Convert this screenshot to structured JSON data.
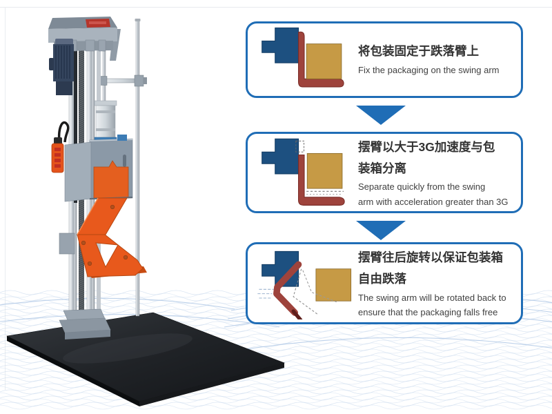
{
  "steps": [
    {
      "zh1": "将包装固定于跌落臂上",
      "zh2": "",
      "en1": "Fix the packaging on the swing arm",
      "en2": ""
    },
    {
      "zh1": "摆臂以大于3G加速度与包",
      "zh2": "装箱分离",
      "en1": "Separate quickly from the swing",
      "en2": "arm with acceleration greater than 3G"
    },
    {
      "zh1": "摆臂往后旋转以保证包装箱",
      "zh2": "自由跌落",
      "en1": "The swing arm will be rotated back to",
      "en2": "ensure that the packaging falls free"
    }
  ],
  "colors": {
    "panel_border_blue": "#1f6db6",
    "arrow_blue": "#1f6db6",
    "diagram_block_blue": "#1d5080",
    "diagram_arm_red": "#9e433c",
    "diagram_box_tan": "#c69a45",
    "machine_orange": "#e8591c",
    "machine_gray": "#8b99a7",
    "base_plate_black": "#1d2024",
    "wave_blue": "#c2d4ea"
  },
  "icons": {
    "step_arrow": "down-triangle",
    "machine_label": "red-logo-plate"
  }
}
